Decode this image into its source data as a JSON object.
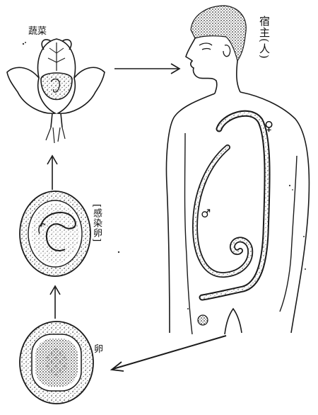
{
  "labels": {
    "vegetable": "蔬菜",
    "host": "宿主(人)",
    "embryonated_egg": "[感染卵]",
    "egg": "卵",
    "female_symbol": "♀",
    "male_symbol": "♂"
  },
  "colors": {
    "ink": "#1a1a1a",
    "paper": "#ffffff",
    "stipple": "#555555"
  }
}
